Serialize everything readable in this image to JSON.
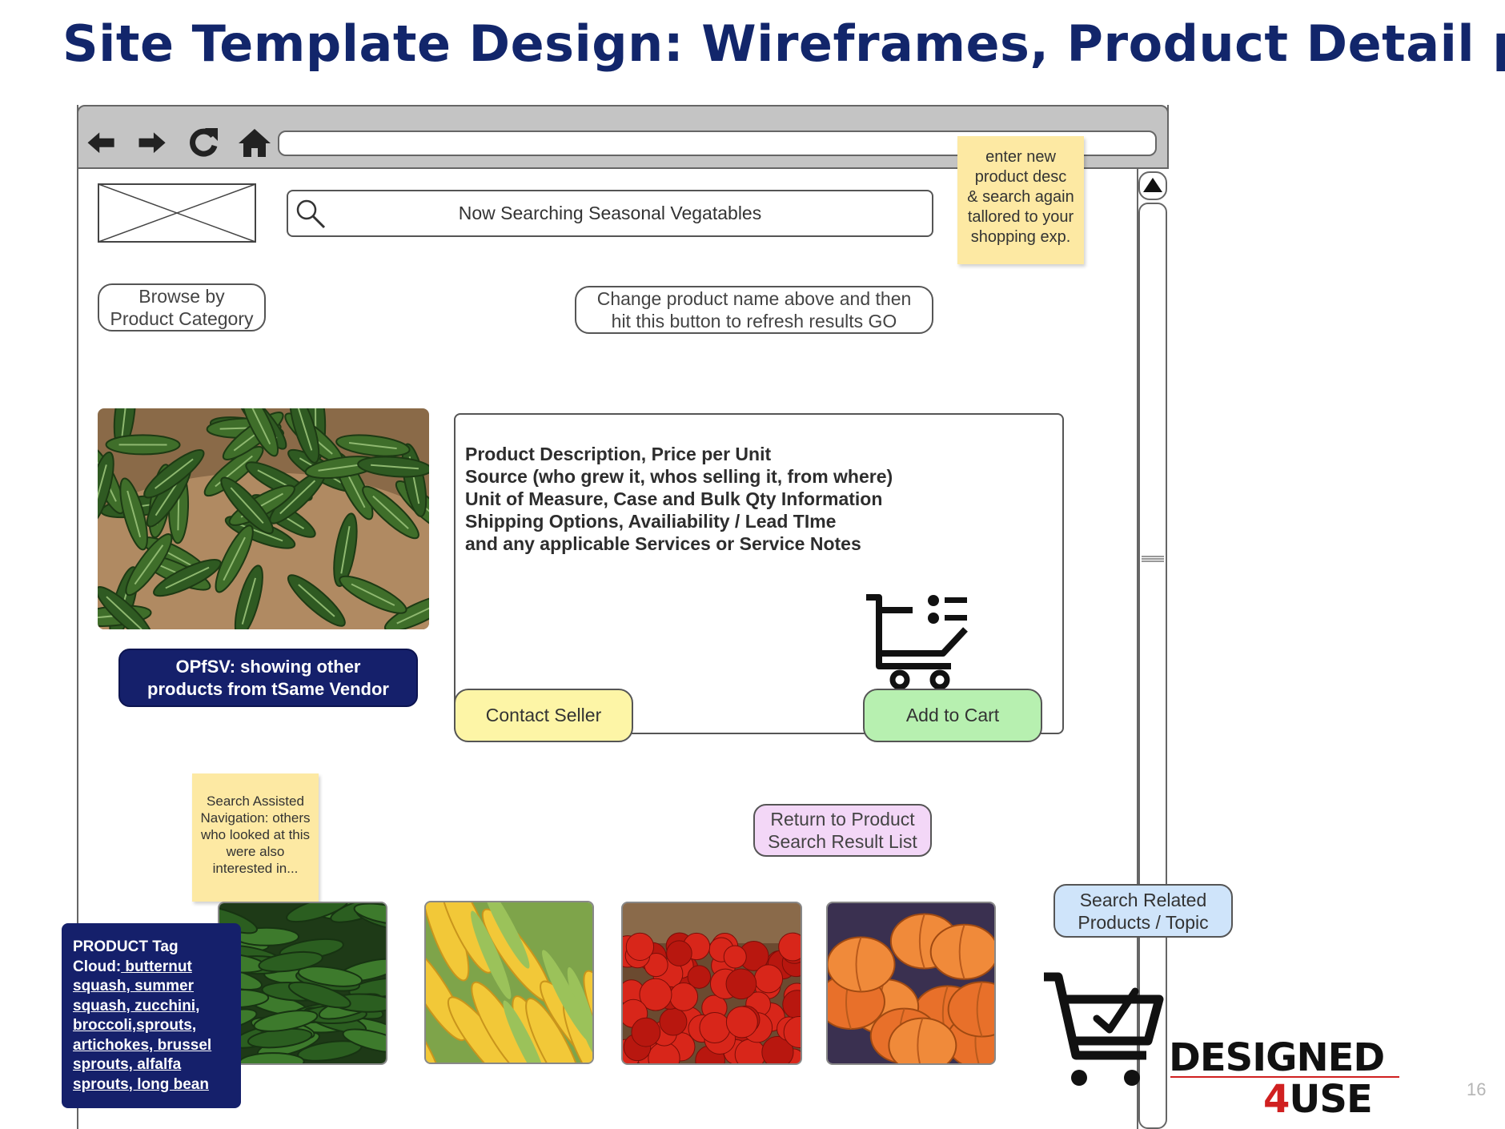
{
  "slide": {
    "title": "Site Template Design: Wireframes, Product Detail pg",
    "page_number": "16"
  },
  "browser": {
    "nav_icons": [
      "back-arrow-icon",
      "forward-arrow-icon",
      "reload-icon",
      "home-icon"
    ],
    "address_value": ""
  },
  "header": {
    "search_text": "Now Searching Seasonal Vegatables",
    "browse_label_line1": "Browse by",
    "browse_label_line2": "Product Category",
    "go_label_line1": "Change product name above and then",
    "go_label_line2": "hit this button to refresh results GO"
  },
  "sticky_top": {
    "line1": "enter new",
    "line2": "product desc",
    "line3": "& search again",
    "line4": "tallored to your",
    "line5": "shopping exp."
  },
  "product": {
    "opfsv_line1": "OPfSV: showing other",
    "opfsv_line2": "products from tSame Vendor",
    "description_lines": [
      "Product Description, Price per Unit",
      "Source (who grew it, whos selling it, from where)",
      "Unit of Measure, Case and Bulk Qty Information",
      "Shipping Options, Availiability / Lead TIme",
      "and any applicable Services or Service Notes"
    ],
    "contact_label": "Contact Seller",
    "add_cart_label": "Add to Cart"
  },
  "navigation": {
    "return_line1": "Return to Product",
    "return_line2": "Search Result List",
    "related_line1": "Search Related",
    "related_line2": "Products / Topic"
  },
  "sticky_bottom": {
    "line1": "Search Assisted",
    "line2": "Navigation: others",
    "line3": "who looked at this",
    "line4": "were also",
    "line5": "interested in..."
  },
  "tag_cloud": {
    "heading": "PRODUCT Tag",
    "prefix": "Cloud:",
    "lines": [
      " butternut",
      "squash, summer",
      "squash, zucchini,",
      "broccoli,sprouts,",
      "artichokes, brussel",
      "sprouts, alfalfa",
      "sprouts, long bean"
    ]
  },
  "brand": {
    "word1": "DESIGNED",
    "word2_number": "4",
    "word2_text": "USE"
  },
  "colors": {
    "title": "#12266b",
    "navy": "#15206b",
    "sticky": "#fde9a3",
    "contact": "#fdf5a6",
    "add_cart": "#b7f0b0",
    "return": "#f3d7f7",
    "related": "#cfe4fa",
    "brand_red": "#d02020"
  }
}
